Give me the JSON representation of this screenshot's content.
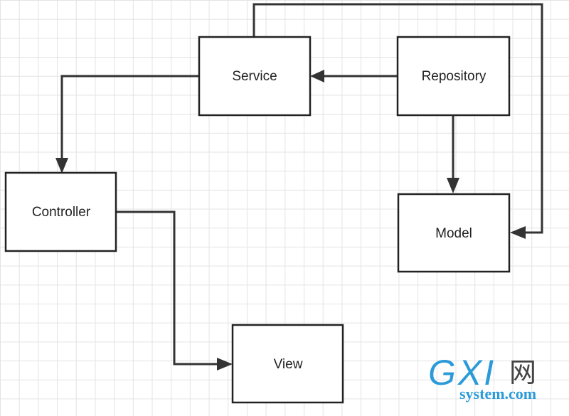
{
  "diagram": {
    "nodes": {
      "service": "Service",
      "repository": "Repository",
      "controller": "Controller",
      "model": "Model",
      "view": "View"
    },
    "edges": [
      {
        "from": "repository",
        "to": "service"
      },
      {
        "from": "service",
        "to": "controller"
      },
      {
        "from": "repository",
        "to": "model"
      },
      {
        "from": "service",
        "to": "model"
      },
      {
        "from": "controller",
        "to": "view"
      }
    ]
  },
  "watermark": {
    "logo_letters": "GXI",
    "logo_glyph": "网",
    "site": "system.com",
    "colors": {
      "gx": "#2a9ad8",
      "glyph": "#444444",
      "site": "#2a9ad8"
    }
  }
}
